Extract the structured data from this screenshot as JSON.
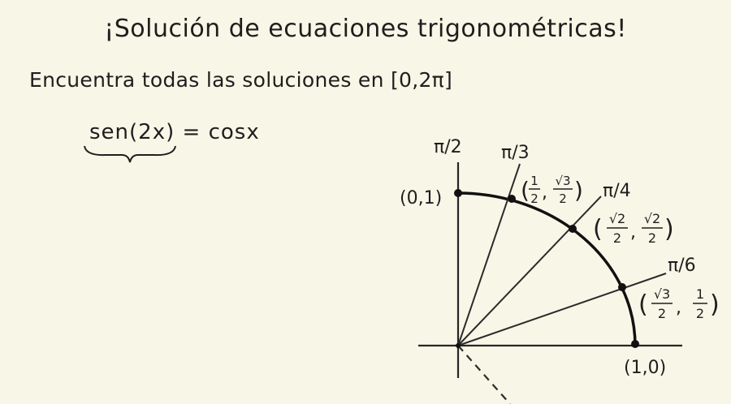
{
  "title": "¡Solución de ecuaciones trigonométricas!",
  "instruction": "Encuentra todas las soluciones en [0,2π]",
  "equation": {
    "lhs": "sen(2x)",
    "rhs": "= cosx"
  },
  "unit_circle": {
    "angles": {
      "pi_over_2": "π/2",
      "pi_over_3": "π/3",
      "pi_over_4": "π/4",
      "pi_over_6": "π/6"
    },
    "points": {
      "p0_1": "(0,1)",
      "p1_0": "(1,0)",
      "pi3": {
        "x_num": "1",
        "x_den": "2",
        "y_num": "√3",
        "y_den": "2"
      },
      "pi4": {
        "x_num": "√2",
        "x_den": "2",
        "y_num": "√2",
        "y_den": "2"
      },
      "pi6": {
        "x_num": "√3",
        "x_den": "2",
        "y_num": "1",
        "y_den": "2"
      }
    }
  }
}
